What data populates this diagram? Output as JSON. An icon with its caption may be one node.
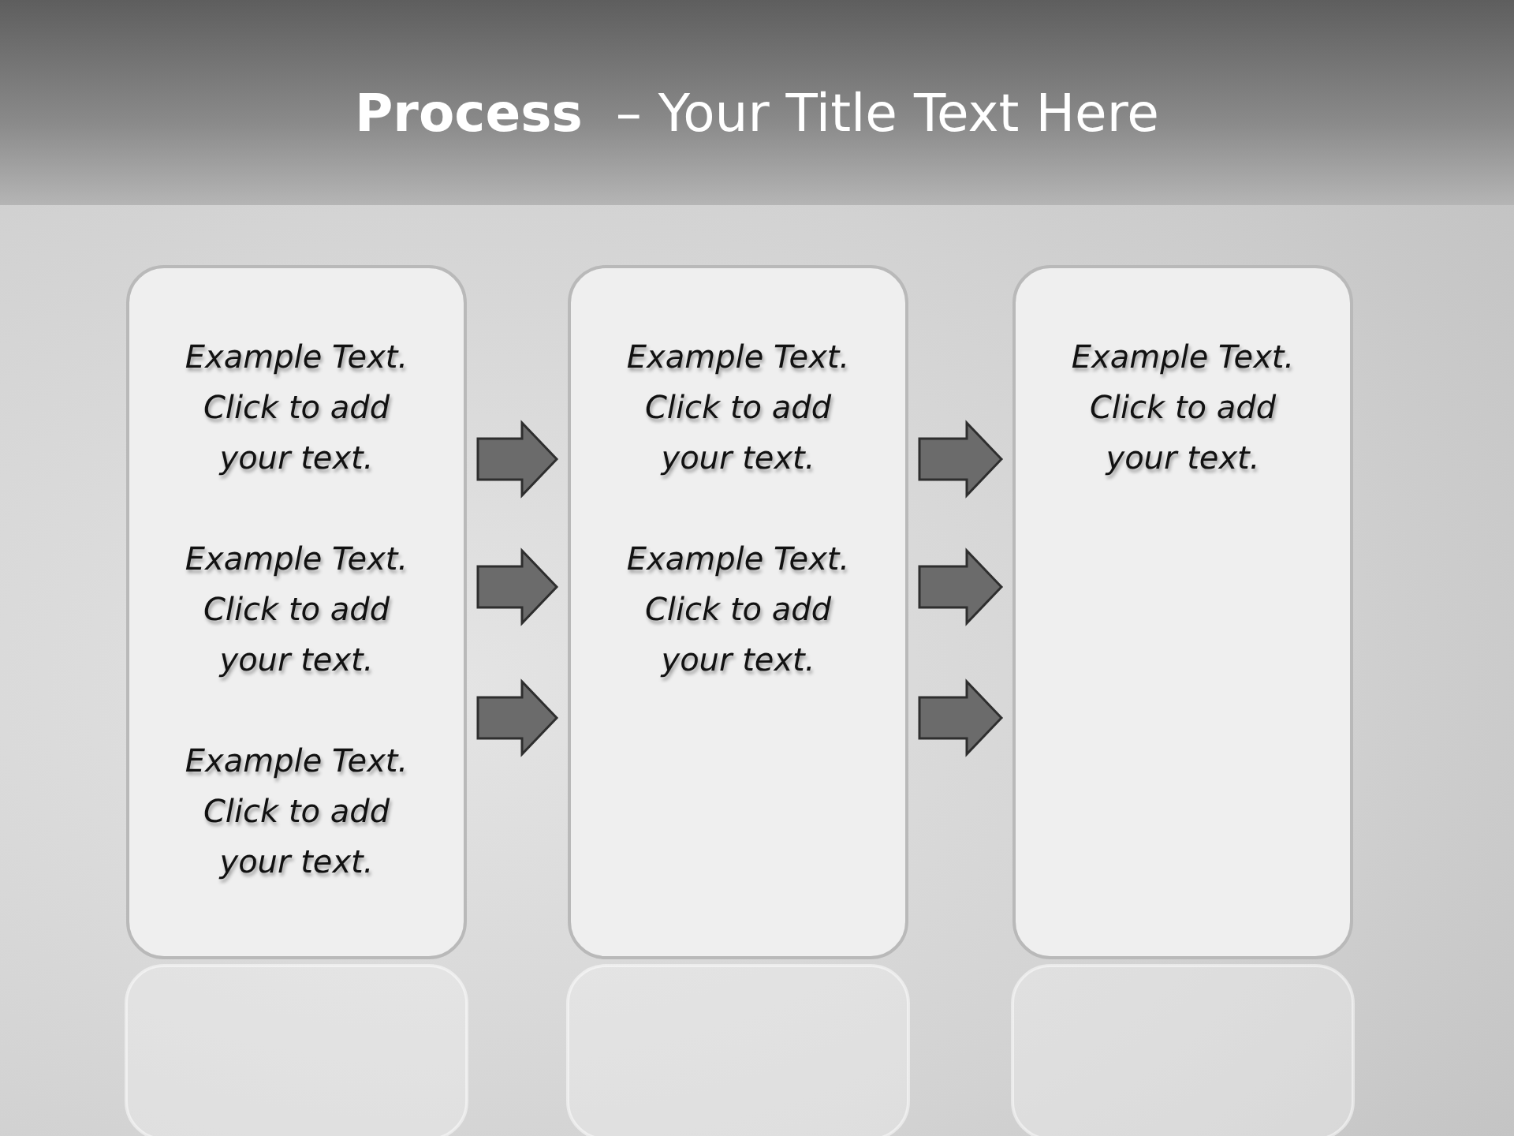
{
  "diagram": {
    "title": "**Process**  – Your Title Text Here",
    "nodes": [
      {
        "text": [
          "Example Text. Click to add your text.",
          "Example Text. Click to add your text.",
          "Example Text. Click to add your text."
        ]
      },
      {
        "text": [
          "Example Text. Click to add your text.",
          "Example Text. Click to add your text."
        ]
      },
      {
        "text": [
          "Example Text. Click to add your text."
        ]
      }
    ],
    "edges": [
      {
        "from": 0,
        "to": 1,
        "arrow": "to"
      },
      {
        "from": 0,
        "to": 1,
        "arrow": "to"
      },
      {
        "from": 0,
        "to": 1,
        "arrow": "to"
      },
      {
        "from": 1,
        "to": 2,
        "arrow": "to"
      },
      {
        "from": 1,
        "to": 2,
        "arrow": "to"
      },
      {
        "from": 1,
        "to": 2,
        "arrow": "to"
      }
    ]
  }
}
